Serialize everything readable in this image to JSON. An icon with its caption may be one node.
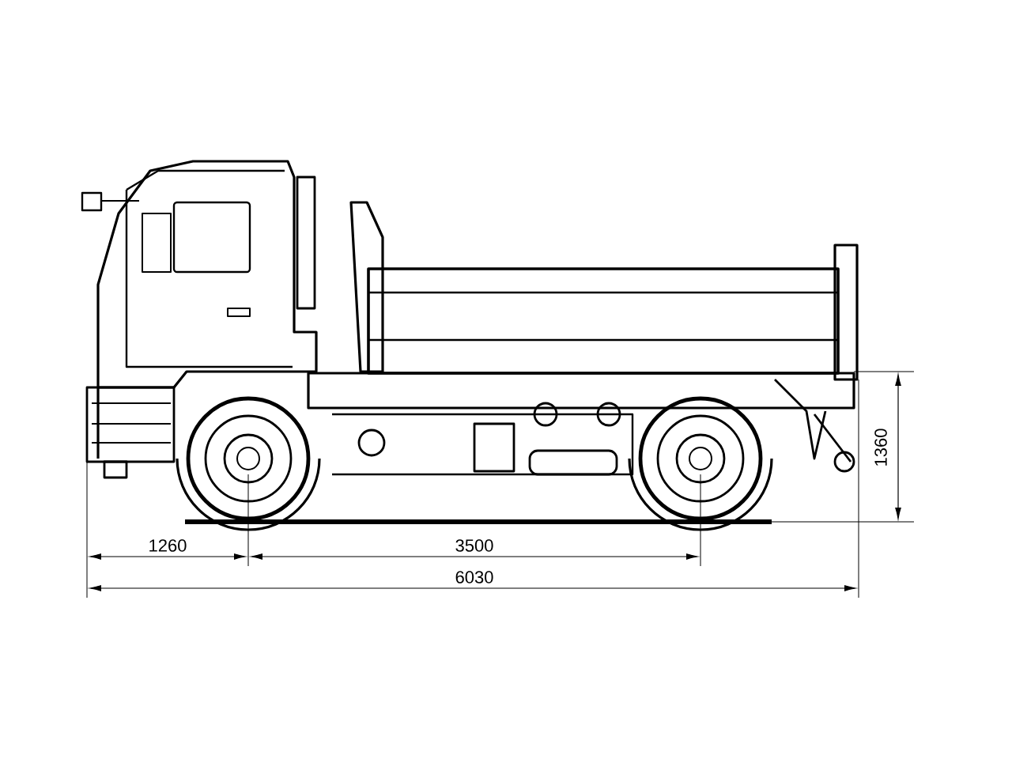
{
  "diagram": {
    "labels": [
      "1360",
      "1260",
      "3500",
      "6030"
    ]
  }
}
